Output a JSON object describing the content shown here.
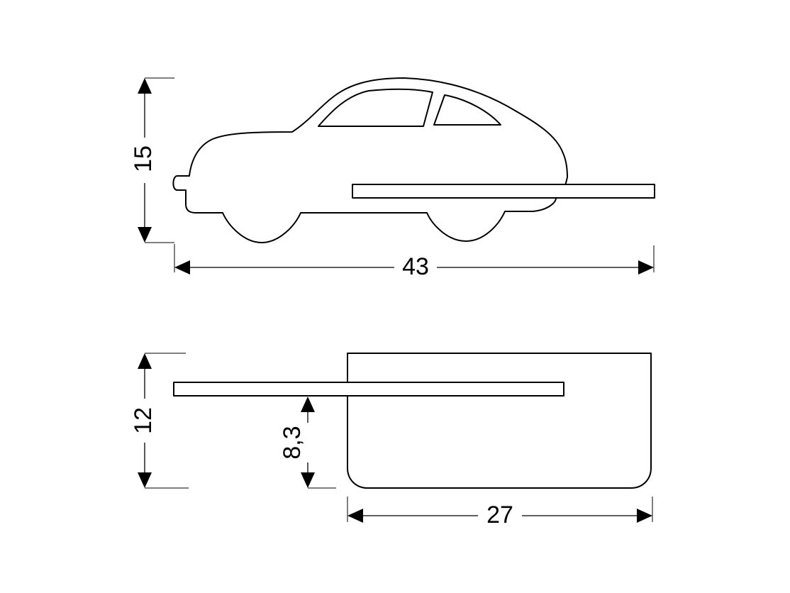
{
  "top_view": {
    "height_label": "15",
    "width_label": "43"
  },
  "side_view": {
    "height_label": "12",
    "shelf_height_label": "8,3",
    "depth_label": "27"
  },
  "colors": {
    "line": "#000000",
    "background": "#ffffff"
  }
}
